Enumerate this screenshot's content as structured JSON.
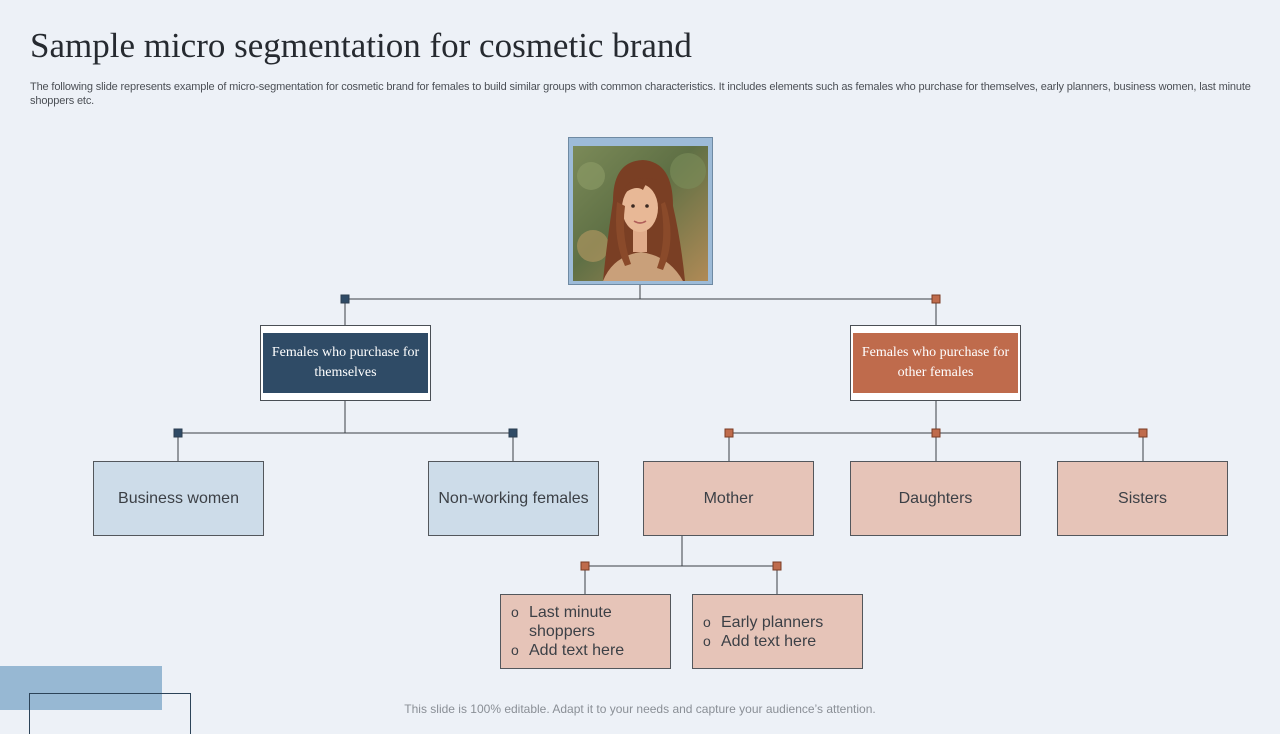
{
  "slide": {
    "title": "Sample micro segmentation for cosmetic brand",
    "subtitle": "The following slide represents example of micro-segmentation for cosmetic brand for females to build similar groups with common characteristics. It includes elements such as females who purchase for themselves, early planners, business women, last minute shoppers etc.",
    "footer": "This slide is 100% editable. Adapt it to your needs and capture your audience’s attention."
  },
  "tree": {
    "root": {
      "image": "woman-portrait"
    },
    "branch_self": {
      "label": "Females who purchase for themselves",
      "children": [
        "Business women",
        "Non-working females"
      ]
    },
    "branch_others": {
      "label": "Females who purchase for other females",
      "children": [
        "Mother",
        "Daughters",
        "Sisters"
      ]
    },
    "mother_children": [
      {
        "items": [
          "Last minute shoppers",
          "Add text here"
        ]
      },
      {
        "items": [
          "Early planners",
          "Add text here"
        ]
      }
    ]
  },
  "colors": {
    "navy": "#2f4b66",
    "rust": "#bf6b4c",
    "light_blue": "#cddce9",
    "light_rose": "#e6c4b8",
    "background": "#edf1f7"
  }
}
